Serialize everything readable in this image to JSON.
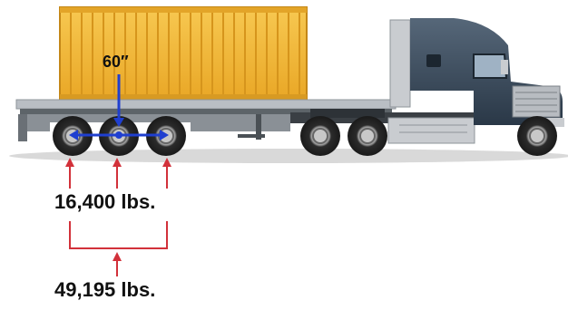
{
  "annotations": {
    "axle_spacing": "60″",
    "axle_weight": "16,400 lbs.",
    "total_weight": "49,195 lbs."
  },
  "colors": {
    "container": "#f2b632",
    "container_rib": "#d6951c",
    "cab": "#3b4a5c",
    "cab_dark": "#253241",
    "chrome": "#c9ccd0",
    "spacing_arrow": "#1f3fd0",
    "weight_arrow": "#d2313a"
  },
  "icons": [
    "shipping-container-icon",
    "semi-truck-cab-icon",
    "trailer-wheel-icon"
  ]
}
